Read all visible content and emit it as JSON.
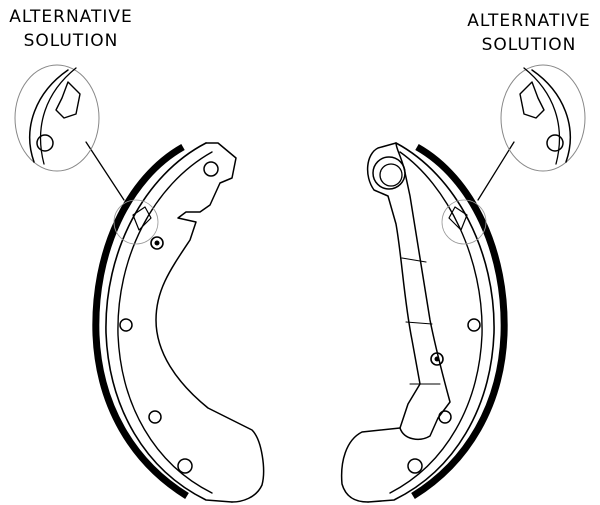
{
  "diagram": {
    "callouts": [
      {
        "line1": "ALTERNATIVE",
        "line2": "SOLUTION"
      },
      {
        "line1": "ALTERNATIVE",
        "line2": "SOLUTION"
      }
    ],
    "colors": {
      "stroke": "#000000",
      "lining": "#000000",
      "background": "#ffffff"
    }
  }
}
